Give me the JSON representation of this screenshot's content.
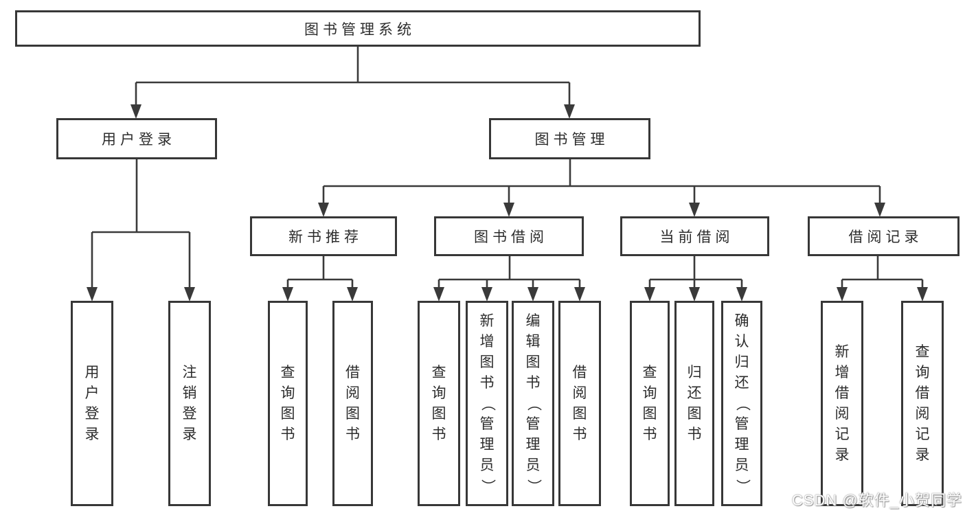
{
  "diagram": {
    "root": {
      "label": "图书管理系统"
    },
    "level2": [
      {
        "label": "用户登录"
      },
      {
        "label": "图书管理"
      }
    ],
    "level3": [
      {
        "label": "新书推荐"
      },
      {
        "label": "图书借阅"
      },
      {
        "label": "当前借阅"
      },
      {
        "label": "借阅记录"
      }
    ],
    "leaves": [
      {
        "label": "用户登录"
      },
      {
        "label": "注销登录"
      },
      {
        "label": "查询图书"
      },
      {
        "label": "借阅图书"
      },
      {
        "label": "查询图书"
      },
      {
        "label": "新增图书（管理员）"
      },
      {
        "label": "编辑图书（管理员）"
      },
      {
        "label": "借阅图书"
      },
      {
        "label": "查询图书"
      },
      {
        "label": "归还图书"
      },
      {
        "label": "确认归还（管理员）"
      },
      {
        "label": "新增借阅记录"
      },
      {
        "label": "查询借阅记录"
      }
    ],
    "colors": {
      "line": "#3a3a3a",
      "box_border": "#373737",
      "text": "#2c2c2c",
      "background": "#ffffff"
    }
  },
  "watermark": {
    "text": "CSDN @软件_小贺同学"
  }
}
